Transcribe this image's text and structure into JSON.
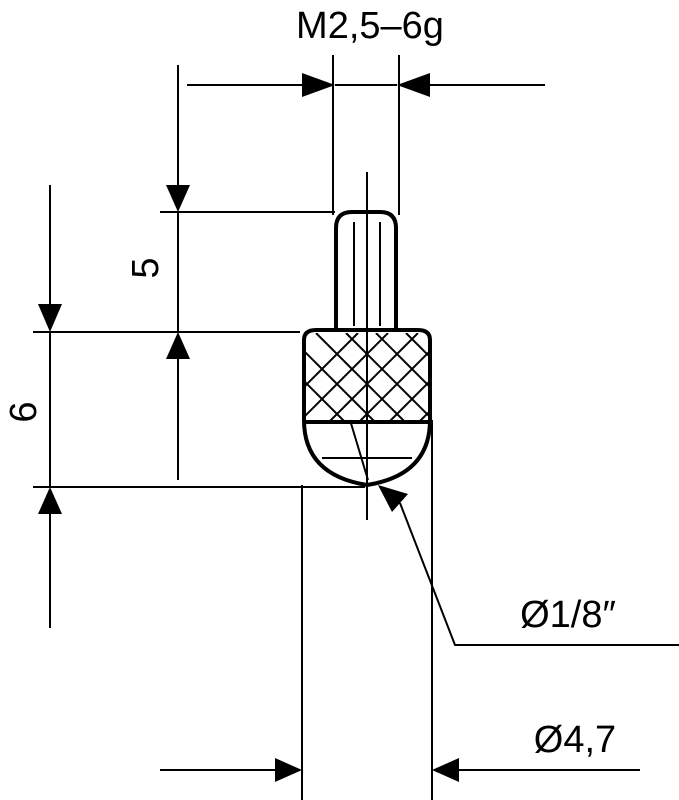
{
  "drawing": {
    "thread_label": "M2,5–6g",
    "dim_thread_length": "5",
    "dim_total_length": "6",
    "ball_diameter": "Ø1/8″",
    "body_diameter": "Ø4,7"
  }
}
